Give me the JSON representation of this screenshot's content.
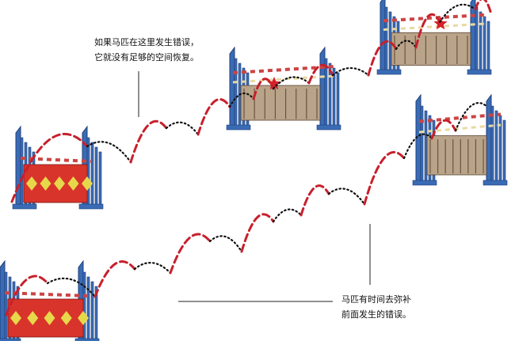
{
  "captions": {
    "top": [
      "如果马匹在这里发生错误，",
      "它就没有足够的空间恢复。"
    ],
    "bottom": [
      "马匹有时间去弥补",
      "前面发生的错误。"
    ]
  },
  "colors": {
    "trajectory": "#c8202c",
    "dotted": "#111111",
    "fence_blue": "#3a6bb5",
    "panel_red": "#d9342b",
    "panel_yellow": "#e6d84a",
    "error_star": "#d8202a"
  }
}
